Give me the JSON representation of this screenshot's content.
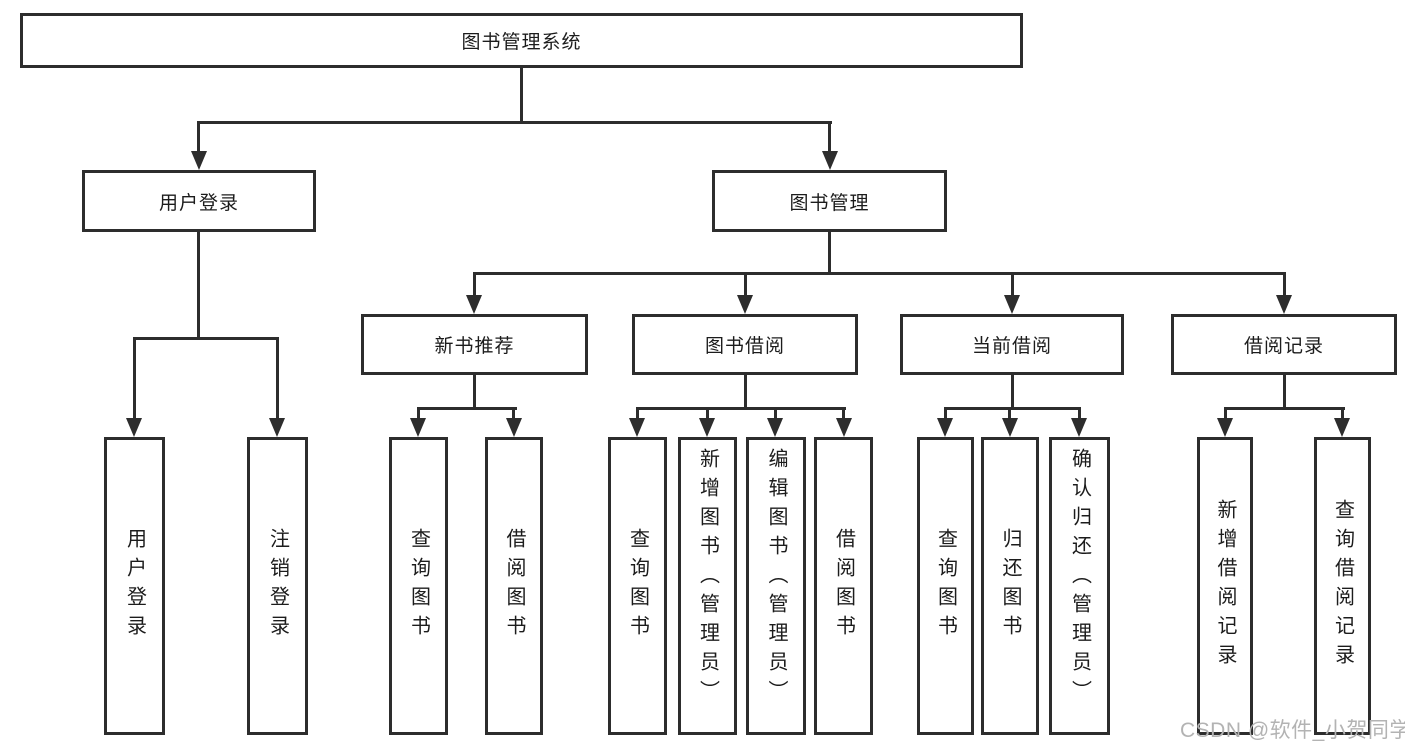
{
  "diagram": {
    "root": {
      "label": "图书管理系统"
    },
    "level2": [
      {
        "label": "用户登录",
        "children": [
          {
            "label": "用户登录"
          },
          {
            "label": "注销登录"
          }
        ]
      },
      {
        "label": "图书管理",
        "children": [
          {
            "label": "新书推荐",
            "children": [
              {
                "label": "查询图书"
              },
              {
                "label": "借阅图书"
              }
            ]
          },
          {
            "label": "图书借阅",
            "children": [
              {
                "label": "查询图书"
              },
              {
                "label": "新增图书（管理员）"
              },
              {
                "label": "编辑图书（管理员）"
              },
              {
                "label": "借阅图书"
              }
            ]
          },
          {
            "label": "当前借阅",
            "children": [
              {
                "label": "查询图书"
              },
              {
                "label": "归还图书"
              },
              {
                "label": "确认归还（管理员）"
              }
            ]
          },
          {
            "label": "借阅记录",
            "children": [
              {
                "label": "新增借阅记录"
              },
              {
                "label": "查询借阅记录"
              }
            ]
          }
        ]
      }
    ],
    "line_color": "#2d2d2d"
  },
  "watermark": {
    "text": "CSDN @软件_小贺同学",
    "color": "#b3b3b3"
  }
}
